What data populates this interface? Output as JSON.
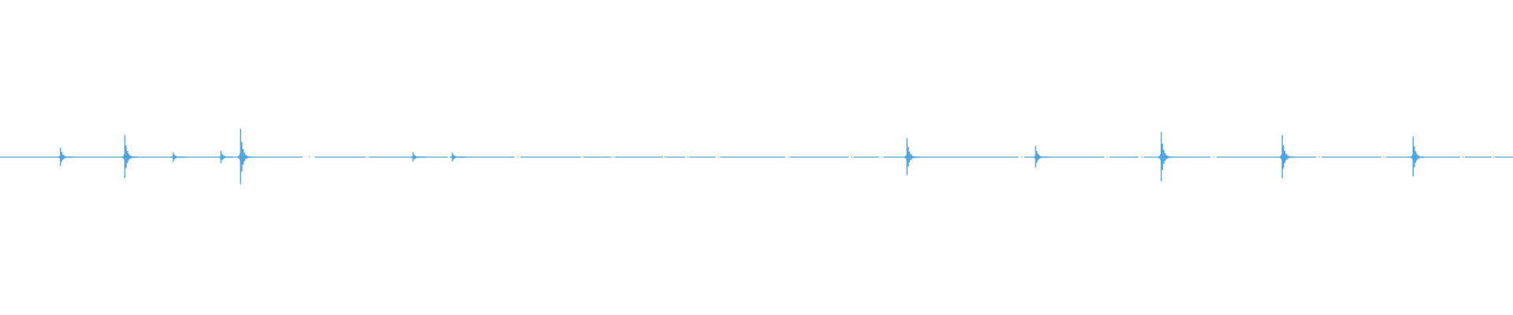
{
  "waveform": {
    "color": "#4fa3dc",
    "background": "#ffffff",
    "amplitude_range": [
      -1,
      1
    ],
    "duration_fraction_shown": 1.0,
    "transients": [
      {
        "t": 0.04,
        "amp": 0.06
      },
      {
        "t": 0.0825,
        "amp": 0.14
      },
      {
        "t": 0.1145,
        "amp": 0.03
      },
      {
        "t": 0.146,
        "amp": 0.04
      },
      {
        "t": 0.159,
        "amp": 0.18
      },
      {
        "t": 0.273,
        "amp": 0.03
      },
      {
        "t": 0.299,
        "amp": 0.03
      },
      {
        "t": 0.5995,
        "amp": 0.12
      },
      {
        "t": 0.6845,
        "amp": 0.07
      },
      {
        "t": 0.7675,
        "amp": 0.16
      },
      {
        "t": 0.8475,
        "amp": 0.14
      },
      {
        "t": 0.934,
        "amp": 0.13
      }
    ],
    "gaps": [
      [
        0.2,
        0.208
      ],
      [
        0.242,
        0.244
      ],
      [
        0.296,
        0.299
      ],
      [
        0.34,
        0.344
      ],
      [
        0.384,
        0.386
      ],
      [
        0.404,
        0.4065
      ],
      [
        0.438,
        0.44
      ],
      [
        0.453,
        0.4555
      ],
      [
        0.473,
        0.476
      ],
      [
        0.519,
        0.522
      ],
      [
        0.561,
        0.564
      ],
      [
        0.581,
        0.584
      ],
      [
        0.673,
        0.677
      ],
      [
        0.73,
        0.733
      ],
      [
        0.7525,
        0.756
      ],
      [
        0.8,
        0.804
      ],
      [
        0.87,
        0.8735
      ],
      [
        0.913,
        0.916
      ],
      [
        0.965,
        0.968
      ],
      [
        0.986,
        0.988
      ]
    ]
  }
}
